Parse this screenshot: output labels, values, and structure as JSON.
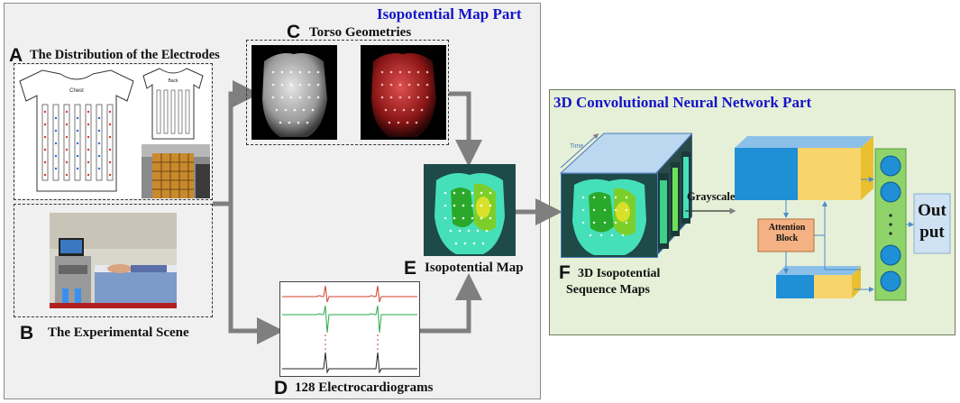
{
  "sections": {
    "isopotential": {
      "title": "Isopotential Map Part"
    },
    "cnn": {
      "title": "3D Convolutional Neural Network Part"
    }
  },
  "panels": {
    "a": {
      "letter": "A",
      "label": "The Distribution of the Electrodes",
      "shirt_front_label": "Chest",
      "shirt_back_label": "Back"
    },
    "b": {
      "letter": "B",
      "label": "The Experimental Scene"
    },
    "c": {
      "letter": "C",
      "label": "Torso Geometries"
    },
    "d": {
      "letter": "D",
      "label": "128 Electrocardiograms"
    },
    "e": {
      "letter": "E",
      "label": "Isopotential Map"
    },
    "f": {
      "letter": "F",
      "label_line1": "3D Isopotential",
      "label_line2": "Sequence Maps",
      "axis_time": "Time"
    }
  },
  "cnn": {
    "grayscale_label": "Grayscale",
    "attention_label_line1": "Attention",
    "attention_label_line2": "Block",
    "output_line1": "Out",
    "output_line2": "put"
  },
  "colors": {
    "section_title": "#1414c8",
    "left_panel_bg": "#f0f0f0",
    "right_panel_bg": "#e6f0d8",
    "block_blue": "#1f8fd6",
    "block_yellow": "#f7d56a",
    "attention": "#f4b183",
    "output_box": "#cfe2f3",
    "node_column": "#8fd36b"
  }
}
